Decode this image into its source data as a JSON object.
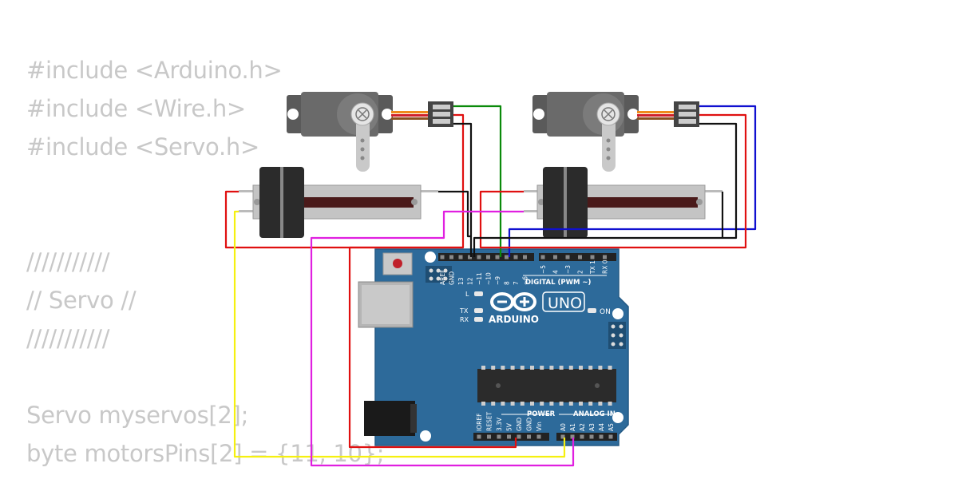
{
  "code_lines": [
    "#include <Arduino.h>",
    "#include <Wire.h>",
    "#include <Servo.h>",
    "",
    "",
    "///////////",
    "// Servo //",
    "///////////",
    "",
    "Servo myservos[2];",
    "byte motorsPins[2] = {11, 10};"
  ],
  "board": {
    "logo_text": "ARDUINO",
    "model": "UNO",
    "on_label": "ON",
    "digital_label": "DIGITAL (PWM ~)",
    "power_label": "POWER",
    "analog_label": "ANALOG IN",
    "led_l": "L",
    "led_tx": "TX",
    "led_rx": "RX",
    "digital_pins": [
      "AREF",
      "GND",
      "13",
      "12",
      "~11",
      "~10",
      "~9",
      "8",
      "7",
      "~6",
      "~5",
      "4",
      "~3",
      "2",
      "TX 1",
      "RX 0"
    ],
    "power_pins": [
      "IOREF",
      "RESET",
      "3.3V",
      "5V",
      "GND",
      "GND",
      "Vin"
    ],
    "analog_pins": [
      "A0",
      "A1",
      "A2",
      "A3",
      "A4",
      "A5"
    ]
  },
  "colors": {
    "board": "#2d6a9a",
    "wire_red": "#e01010",
    "wire_black": "#111111",
    "wire_green": "#0a8a0a",
    "wire_blue": "#1010d0",
    "wire_yellow": "#f5f010",
    "wire_magenta": "#e020e0"
  }
}
